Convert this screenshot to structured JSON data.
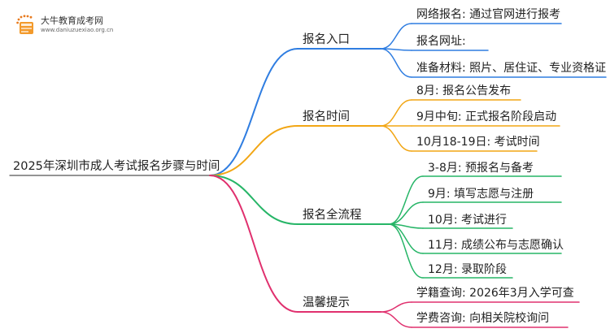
{
  "logo": {
    "name": "大牛教育成考网",
    "url": "www.daniuzuexiao.org.cn"
  },
  "root": {
    "label": "2025年深圳市成人考试报名步骤与时间"
  },
  "branches": [
    {
      "label": "报名入口",
      "color": "#2f7de1",
      "children": [
        "网络报名: 通过官网进行报考",
        "报名网址:",
        "准备材料: 照片、居住证、专业资格证"
      ]
    },
    {
      "label": "报名时间",
      "color": "#f2a614",
      "children": [
        "8月: 报名公告发布",
        "9月中旬: 正式报名阶段启动",
        "10月18-19日: 考试时间"
      ]
    },
    {
      "label": "报名全流程",
      "color": "#26b567",
      "children": [
        "3-8月: 预报名与备考",
        "9月: 填写志愿与注册",
        "10月: 考试进行",
        "11月: 成绩公布与志愿确认",
        "12月: 录取阶段"
      ]
    },
    {
      "label": "温馨提示",
      "color": "#e0306e",
      "children": [
        "学籍查询: 2026年3月入学可查",
        "学费咨询: 向相关院校询问"
      ]
    }
  ]
}
